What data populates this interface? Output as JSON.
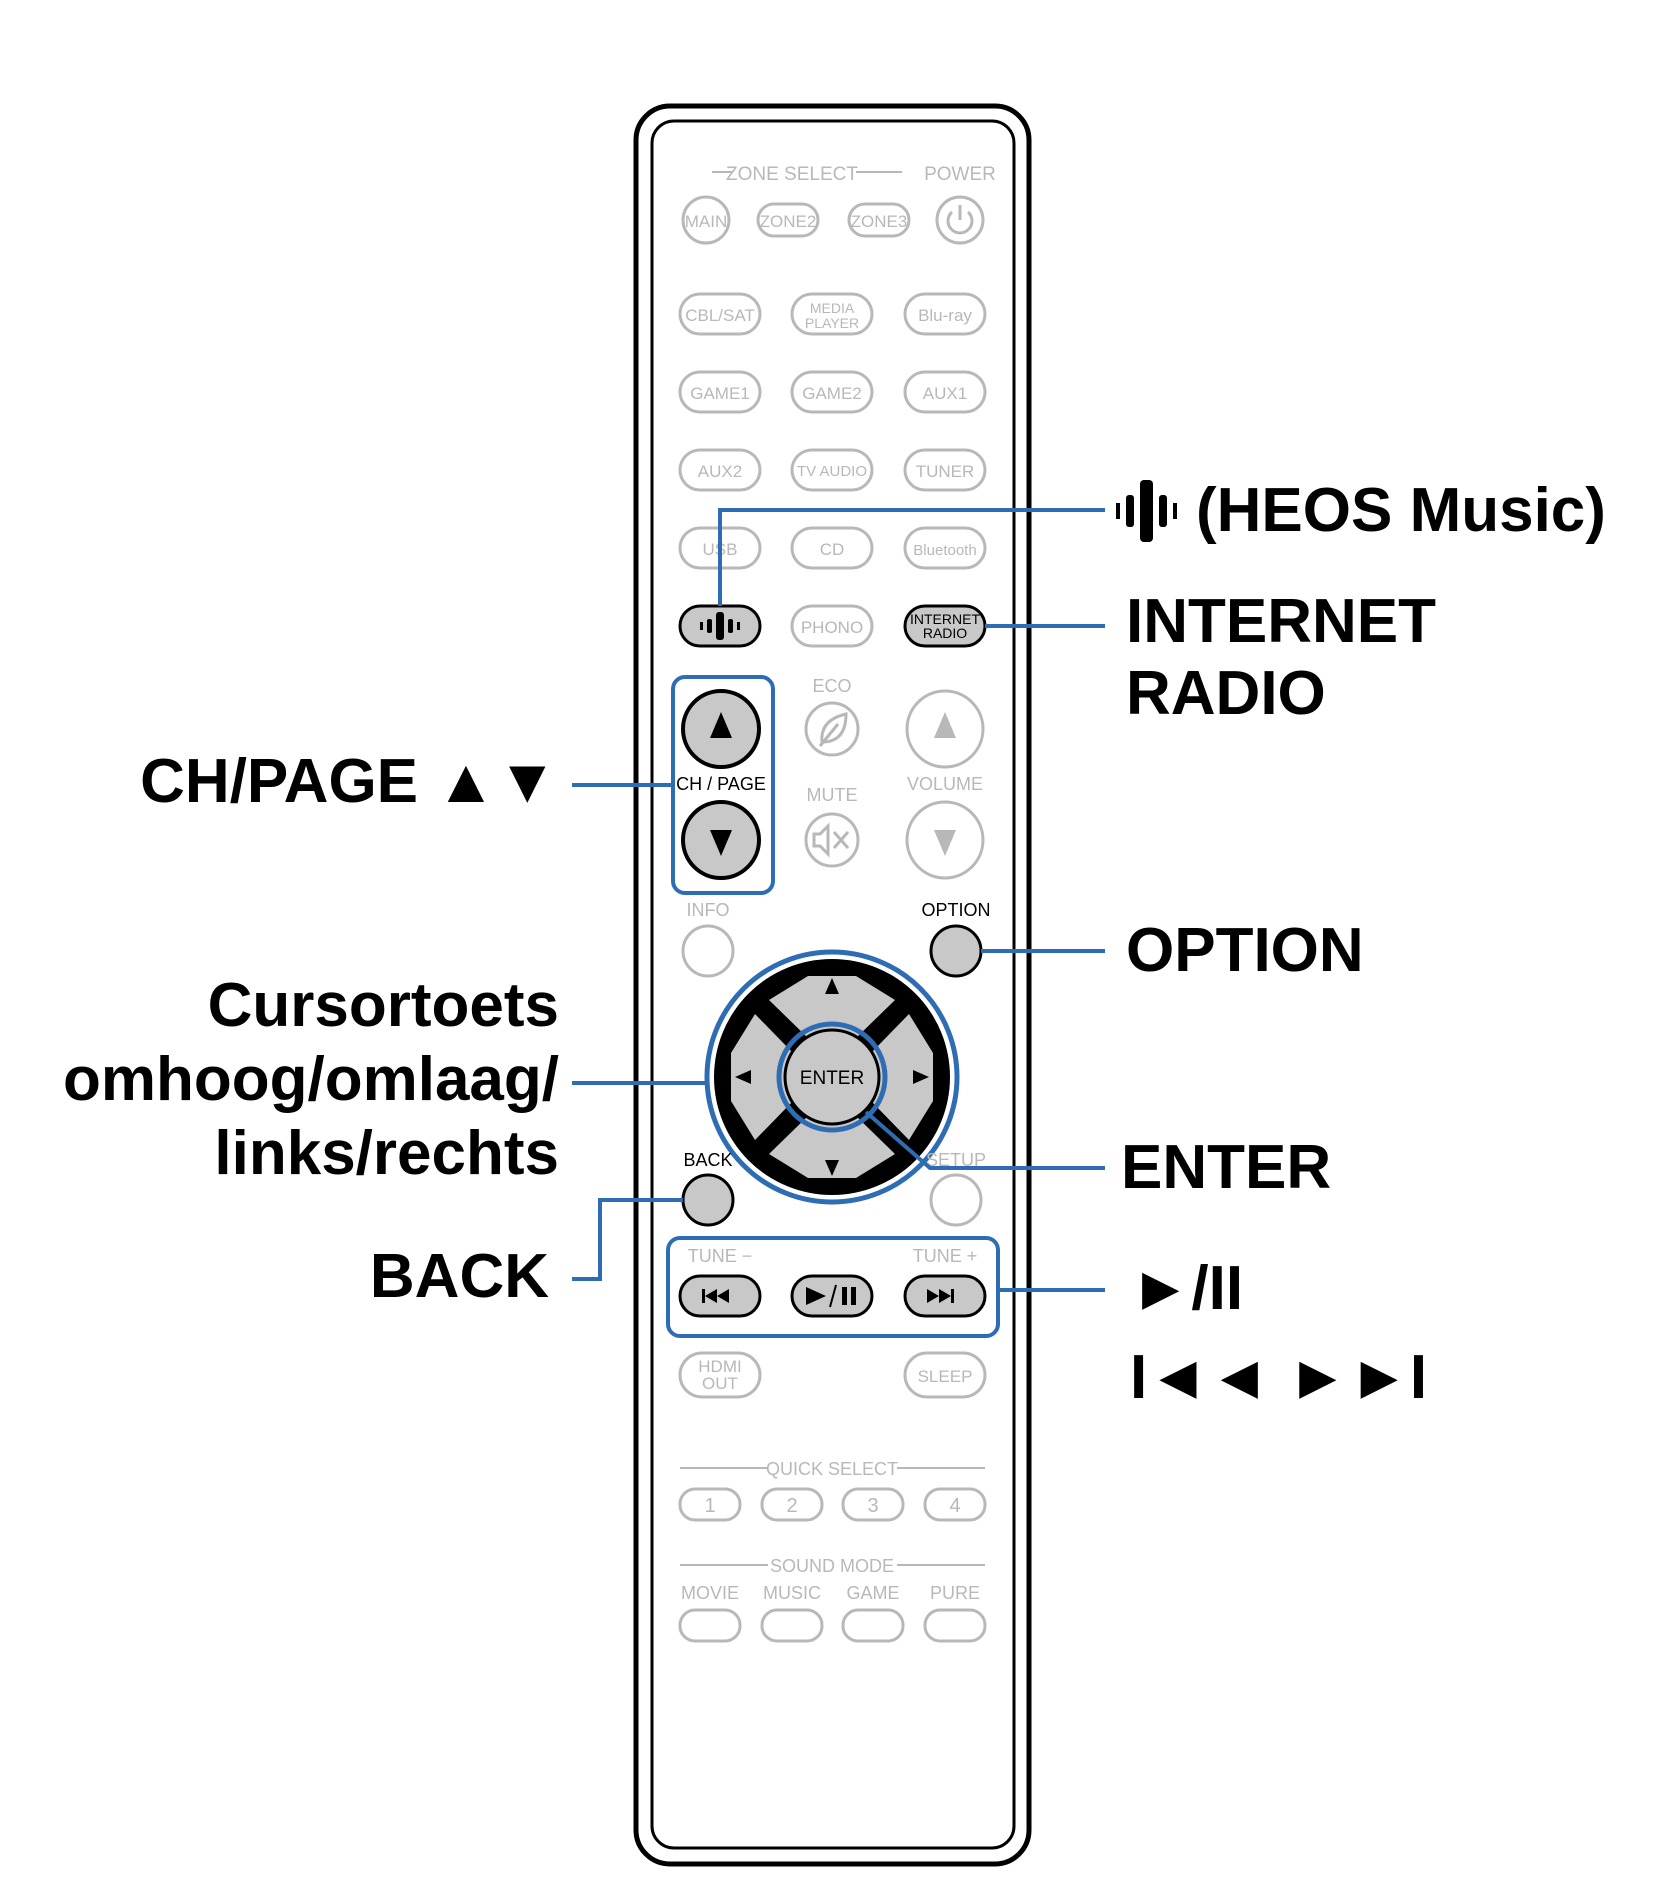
{
  "colors": {
    "callout": "#2e6db3",
    "faint": "#b8b8b8",
    "button_fill": "#c8c8c8",
    "dpad_ring": "#000000"
  },
  "remote": {
    "zone_select": "ZONE SELECT",
    "power": "POWER",
    "row_zone": [
      "MAIN",
      "ZONE2",
      "ZONE3"
    ],
    "row1": [
      "CBL/SAT",
      "MEDIA",
      "PLAYER",
      "Blu-ray"
    ],
    "row2": [
      "GAME1",
      "GAME2",
      "AUX1"
    ],
    "row3": [
      "AUX2",
      "TV AUDIO",
      "TUNER"
    ],
    "row4": [
      "USB",
      "CD",
      "Bluetooth"
    ],
    "row5": [
      "PHONO",
      "INTERNET",
      "RADIO"
    ],
    "eco": "ECO",
    "mute": "MUTE",
    "volume": "VOLUME",
    "ch_page": "CH / PAGE",
    "info": "INFO",
    "option": "OPTION",
    "enter": "ENTER",
    "back": "BACK",
    "setup": "SETUP",
    "tune_minus": "TUNE −",
    "tune_plus": "TUNE +",
    "hdmi": [
      "HDMI",
      "OUT"
    ],
    "sleep": "SLEEP",
    "quick_select": "QUICK SELECT",
    "quick": [
      "1",
      "2",
      "3",
      "4"
    ],
    "sound_mode": "SOUND MODE",
    "sound": [
      "MOVIE",
      "MUSIC",
      "GAME",
      "PURE"
    ]
  },
  "callouts": {
    "heos": "(HEOS Music)",
    "internet_radio": [
      "INTERNET",
      "RADIO"
    ],
    "ch_page": "CH/PAGE ▲▼",
    "option": "OPTION",
    "cursor": [
      "Cursortoets",
      "omhoog/omlaag/",
      "links/rechts"
    ],
    "enter": "ENTER",
    "back": "BACK",
    "play_pause": "►/II",
    "skip": "I◄◄ ►►I"
  }
}
